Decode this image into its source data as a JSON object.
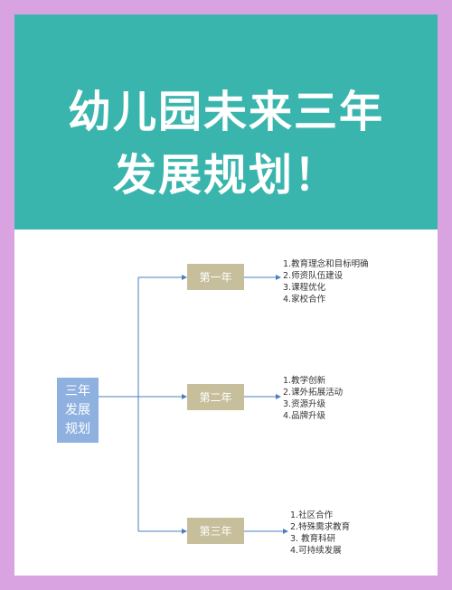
{
  "title": {
    "line1": "幼儿园未来三年",
    "line2": "发展规划！"
  },
  "diagram": {
    "root": {
      "line1": "三年",
      "line2": "发展",
      "line3": "规划"
    },
    "branches": [
      {
        "label": "第一年",
        "items": [
          "1.教育理念和目标明确",
          "2.师资队伍建设",
          "3.课程优化",
          "4.家校合作"
        ]
      },
      {
        "label": "第二年",
        "items": [
          "1.教学创新",
          "2.课外拓展活动",
          "3.资源升级",
          "4.品牌升级"
        ]
      },
      {
        "label": "第三年",
        "items": [
          "1.社区合作",
          "2.特殊需求教育",
          "3.  教育科研",
          "4.可持续发展"
        ]
      }
    ]
  },
  "colors": {
    "background": "#d9a3e2",
    "header": "#39b5ad",
    "root_box": "#8fb1e0",
    "branch_box": "#c7be9c",
    "connector": "#4a7fc0"
  }
}
